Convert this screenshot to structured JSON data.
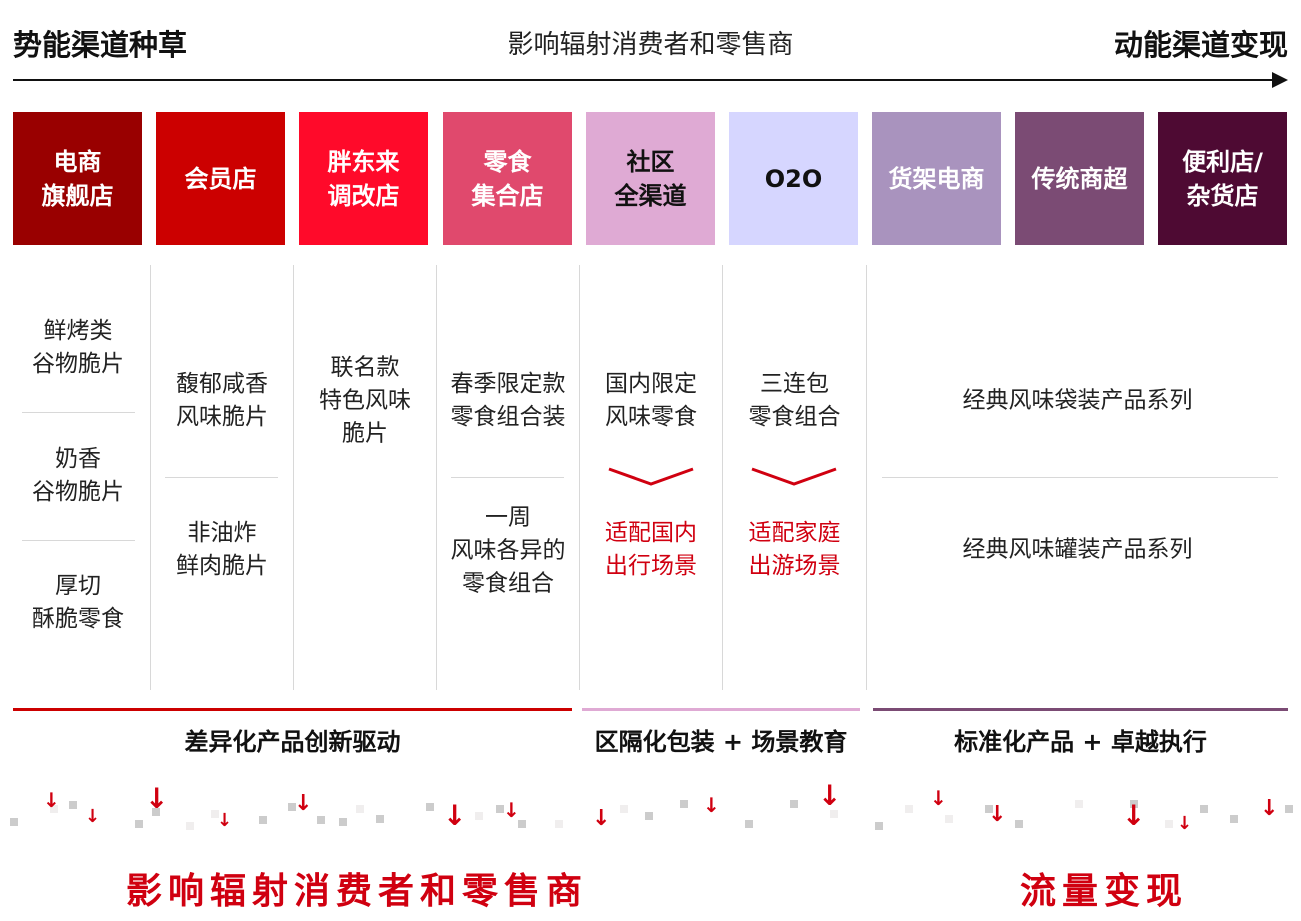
{
  "header": {
    "left": "势能渠道种草",
    "center": "影响辐射消费者和零售商",
    "right": "动能渠道变现"
  },
  "channels": [
    {
      "label": "电商\n旗舰店",
      "color": "#990000",
      "text_color": "#ffffff"
    },
    {
      "label": "会员店",
      "color": "#cc0000",
      "text_color": "#ffffff"
    },
    {
      "label": "胖东来\n调改店",
      "color": "#ff0a2a",
      "text_color": "#ffffff"
    },
    {
      "label": "零食\n集合店",
      "color": "#e0496d",
      "text_color": "#ffffff"
    },
    {
      "label": "社区\n全渠道",
      "color": "#dfaad4",
      "text_color": "#111111"
    },
    {
      "label": "O2O",
      "color": "#d6d6ff",
      "text_color": "#111111"
    },
    {
      "label": "货架电商",
      "color": "#a993be",
      "text_color": "#ffffff"
    },
    {
      "label": "传统商超",
      "color": "#7b4b74",
      "text_color": "#ffffff"
    },
    {
      "label": "便利店/\n杂货店",
      "color": "#4e0a33",
      "text_color": "#ffffff"
    }
  ],
  "products": {
    "col0": [
      "鲜烤类\n谷物脆片",
      "奶香\n谷物脆片",
      "厚切\n酥脆零食"
    ],
    "col1": [
      "馥郁咸香\n风味脆片",
      "非油炸\n鲜肉脆片"
    ],
    "col2": [
      "联名款\n特色风味\n脆片"
    ],
    "col3": [
      "春季限定款\n零食组合装",
      "一周\n风味各异的\n零食组合"
    ],
    "col4": {
      "product": "国内限定\n风味零食",
      "scene": "适配国内\n出行场景"
    },
    "col5": {
      "product": "三连包\n零食组合",
      "scene": "适配家庭\n出游场景"
    },
    "merged": [
      "经典风味袋装产品系列",
      "经典风味罐装产品系列"
    ]
  },
  "sections": [
    {
      "label": "差异化产品创新驱动",
      "color": "#cc0000"
    },
    {
      "label": "区隔化包装 + 场景教育",
      "color": "#dfaad4"
    },
    {
      "label": "标准化产品 + 卓越执行",
      "color": "#7b4b74"
    }
  ],
  "footer": {
    "left": "影响辐射消费者和零售商",
    "right": "流量变现"
  }
}
